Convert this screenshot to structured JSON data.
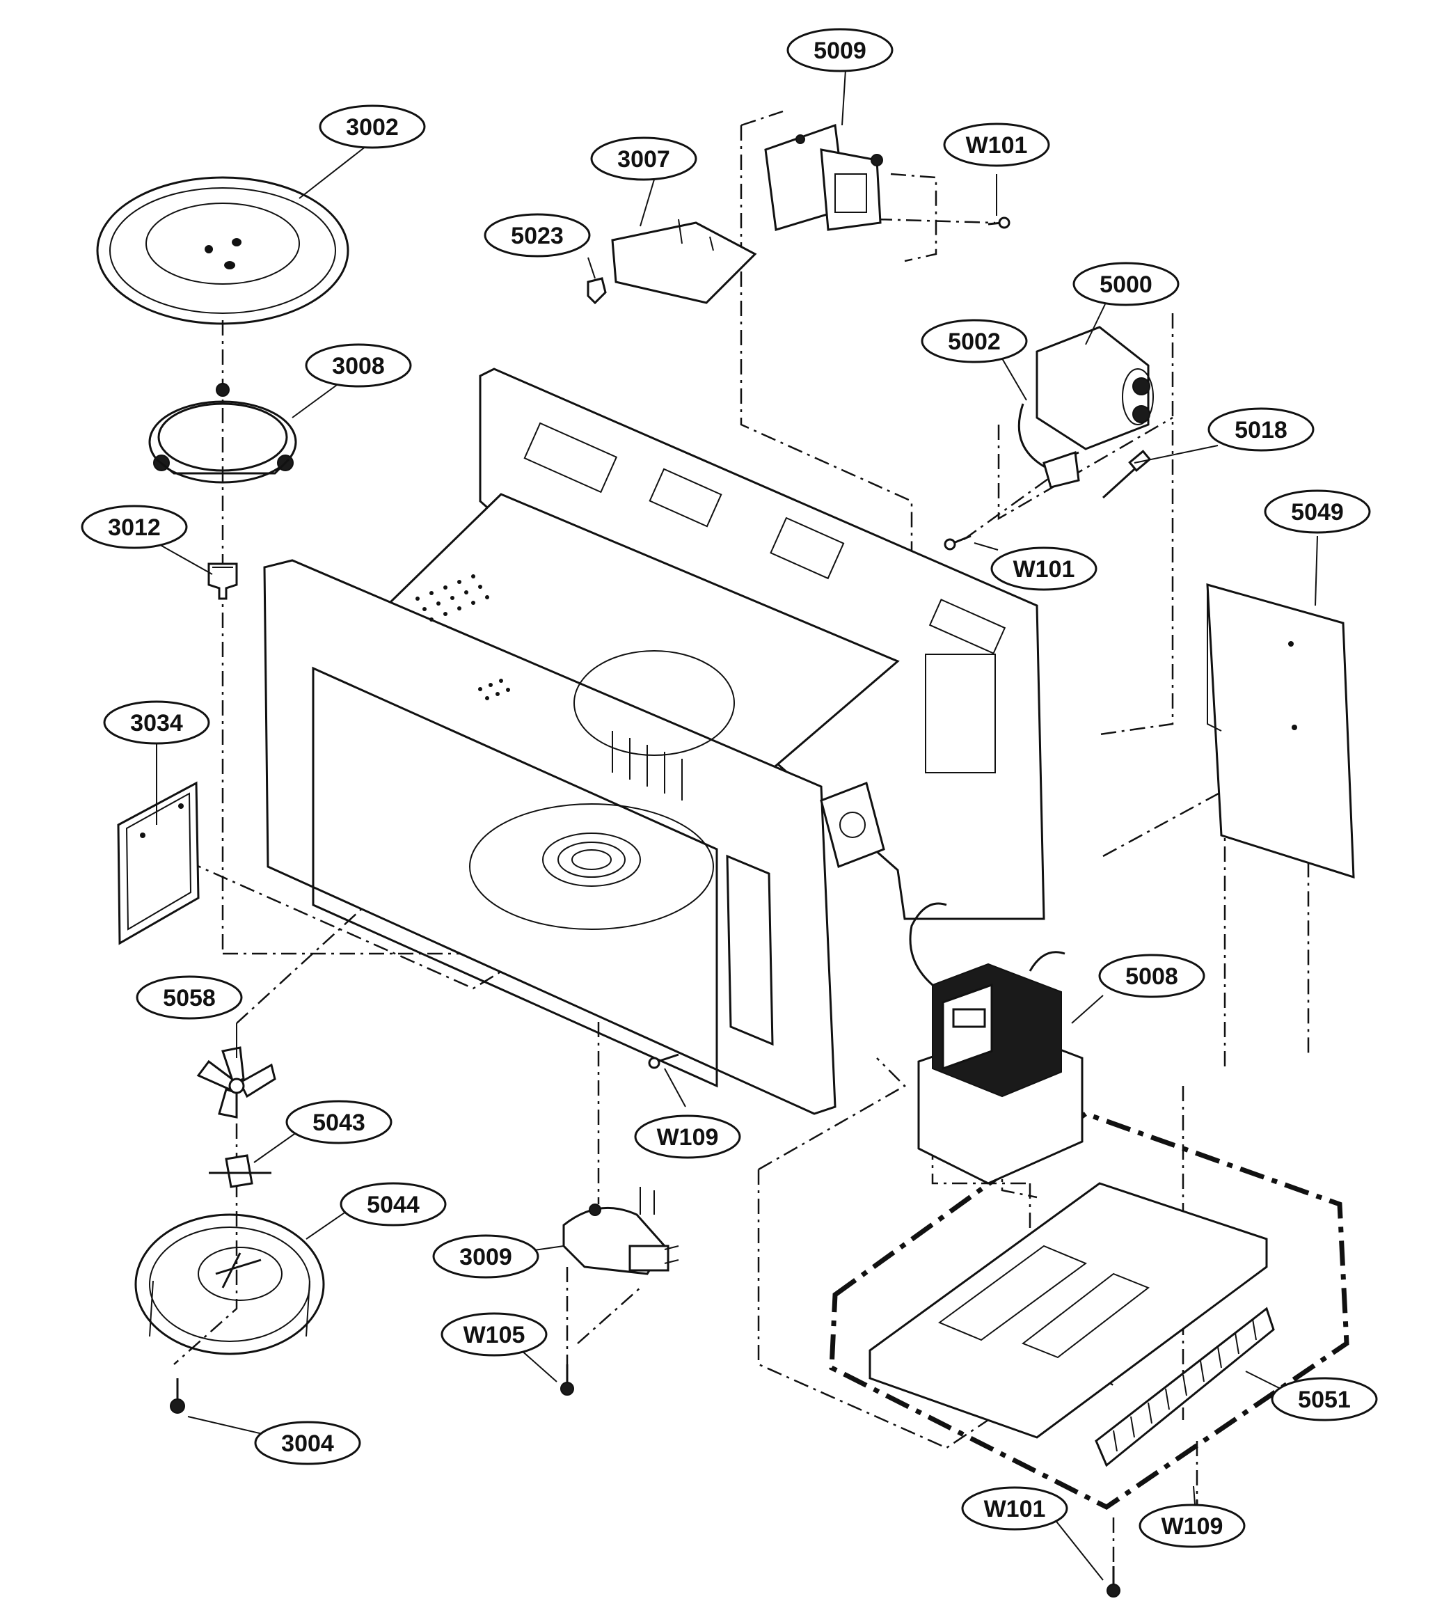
{
  "labels": {
    "p3002": "3002",
    "p3007": "3007",
    "p5009": "5009",
    "pW101a": "W101",
    "p5023": "5023",
    "p3008": "3008",
    "p5000": "5000",
    "p5002": "5002",
    "p5018": "5018",
    "p3012": "3012",
    "pW101b": "W101",
    "p5049": "5049",
    "p3034": "3034",
    "p5008": "5008",
    "p5058": "5058",
    "p5043": "5043",
    "pW109a": "W109",
    "p5044": "5044",
    "p3009": "3009",
    "pW105": "W105",
    "p5051": "5051",
    "p3004": "3004",
    "pW101c": "W101",
    "pW109b": "W109"
  }
}
